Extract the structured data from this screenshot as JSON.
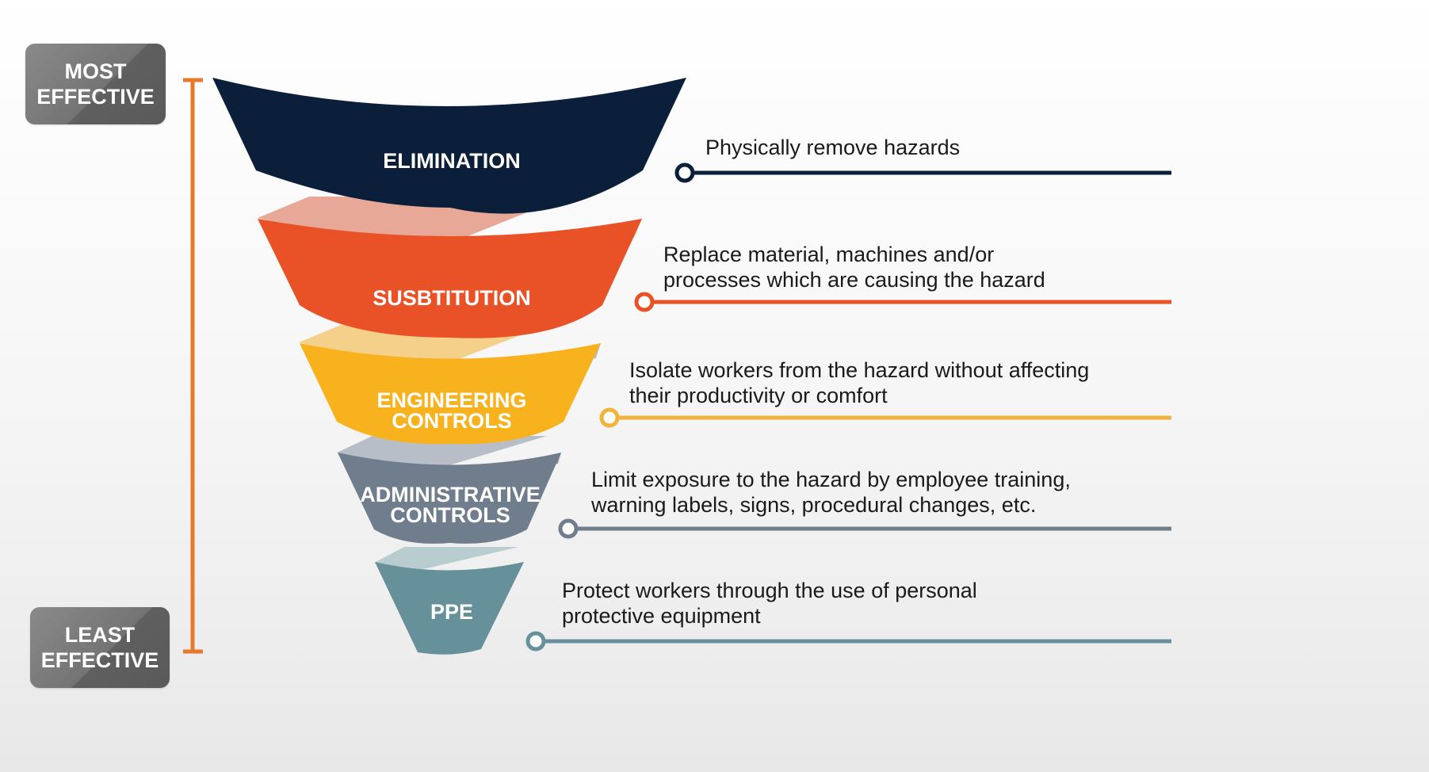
{
  "scale": {
    "top_badge": [
      "MOST",
      "EFFECTIVE"
    ],
    "bottom_badge": [
      "LEAST",
      "EFFECTIVE"
    ],
    "bar_color": "#e8782c"
  },
  "levels": [
    {
      "name": "ELIMINATION",
      "label_lines": [
        "ELIMINATION"
      ],
      "description_lines": [
        "Physically remove hazards"
      ],
      "color": "#0c1f3a"
    },
    {
      "name": "SUSBTITUTION",
      "label_lines": [
        "SUSBTITUTION"
      ],
      "description_lines": [
        "Replace material, machines and/or",
        "processes which are causing the hazard"
      ],
      "color": "#e85226"
    },
    {
      "name": "ENGINEERING CONTROLS",
      "label_lines": [
        "ENGINEERING",
        "CONTROLS"
      ],
      "description_lines": [
        "Isolate workers from the hazard without affecting",
        "their productivity or comfort"
      ],
      "color": "#f7b21e"
    },
    {
      "name": "ADMINISTRATIVE CONTROLS",
      "label_lines": [
        "ADMINISTRATIVE",
        "CONTROLS"
      ],
      "description_lines": [
        "Limit exposure to the hazard by employee training,",
        "warning labels, signs, procedural changes, etc."
      ],
      "color": "#707d8d"
    },
    {
      "name": "PPE",
      "label_lines": [
        "PPE"
      ],
      "description_lines": [
        "Protect workers through the use of personal",
        "protective equipment"
      ],
      "color": "#67919a"
    }
  ],
  "connector_colors": [
    "#e8a898",
    "#f5d08a",
    "#b8bec8",
    "#b9ccd0"
  ]
}
